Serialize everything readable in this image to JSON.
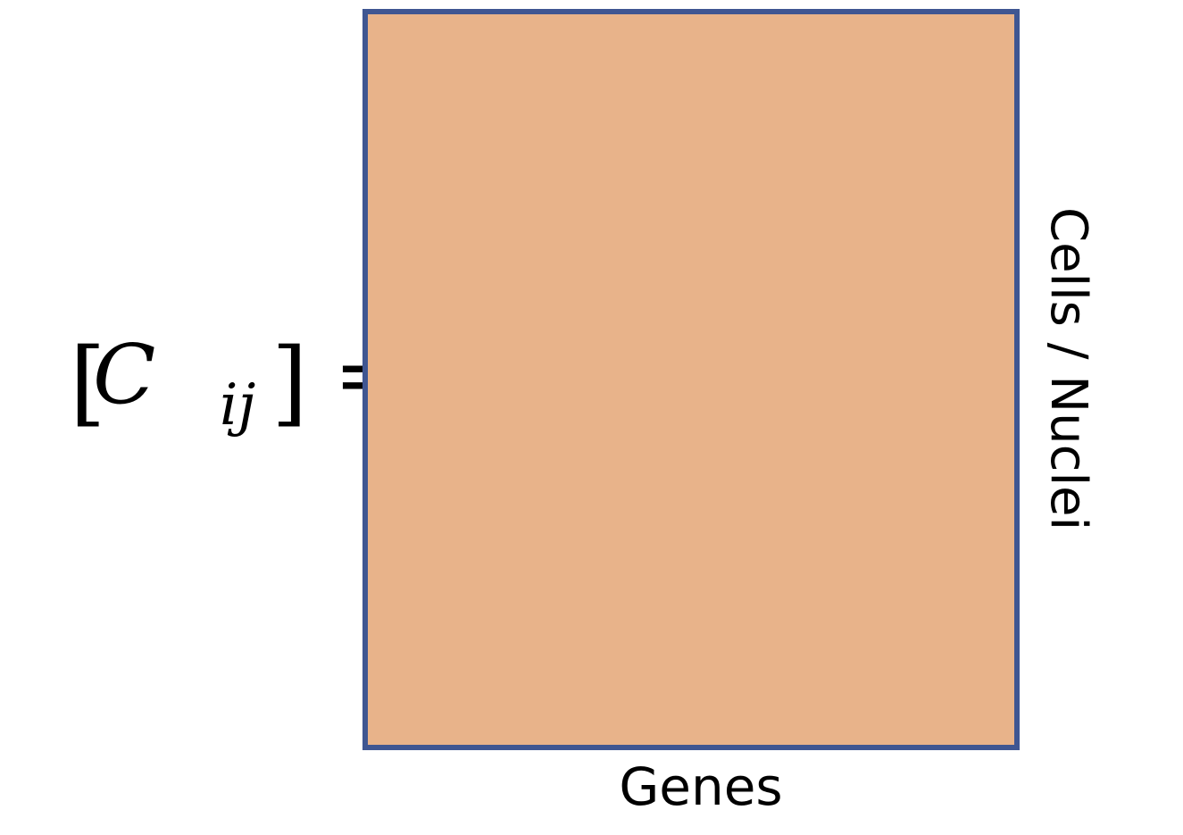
{
  "equation": {
    "left_bracket": "[",
    "symbol": "C",
    "subscript": "ij",
    "right_bracket": "]",
    "equals": "="
  },
  "matrix": {
    "fill_color": "#e8b38a",
    "border_color": "#3f5692"
  },
  "axes": {
    "x_label": "Genes",
    "y_label": "Cells / Nuclei"
  }
}
